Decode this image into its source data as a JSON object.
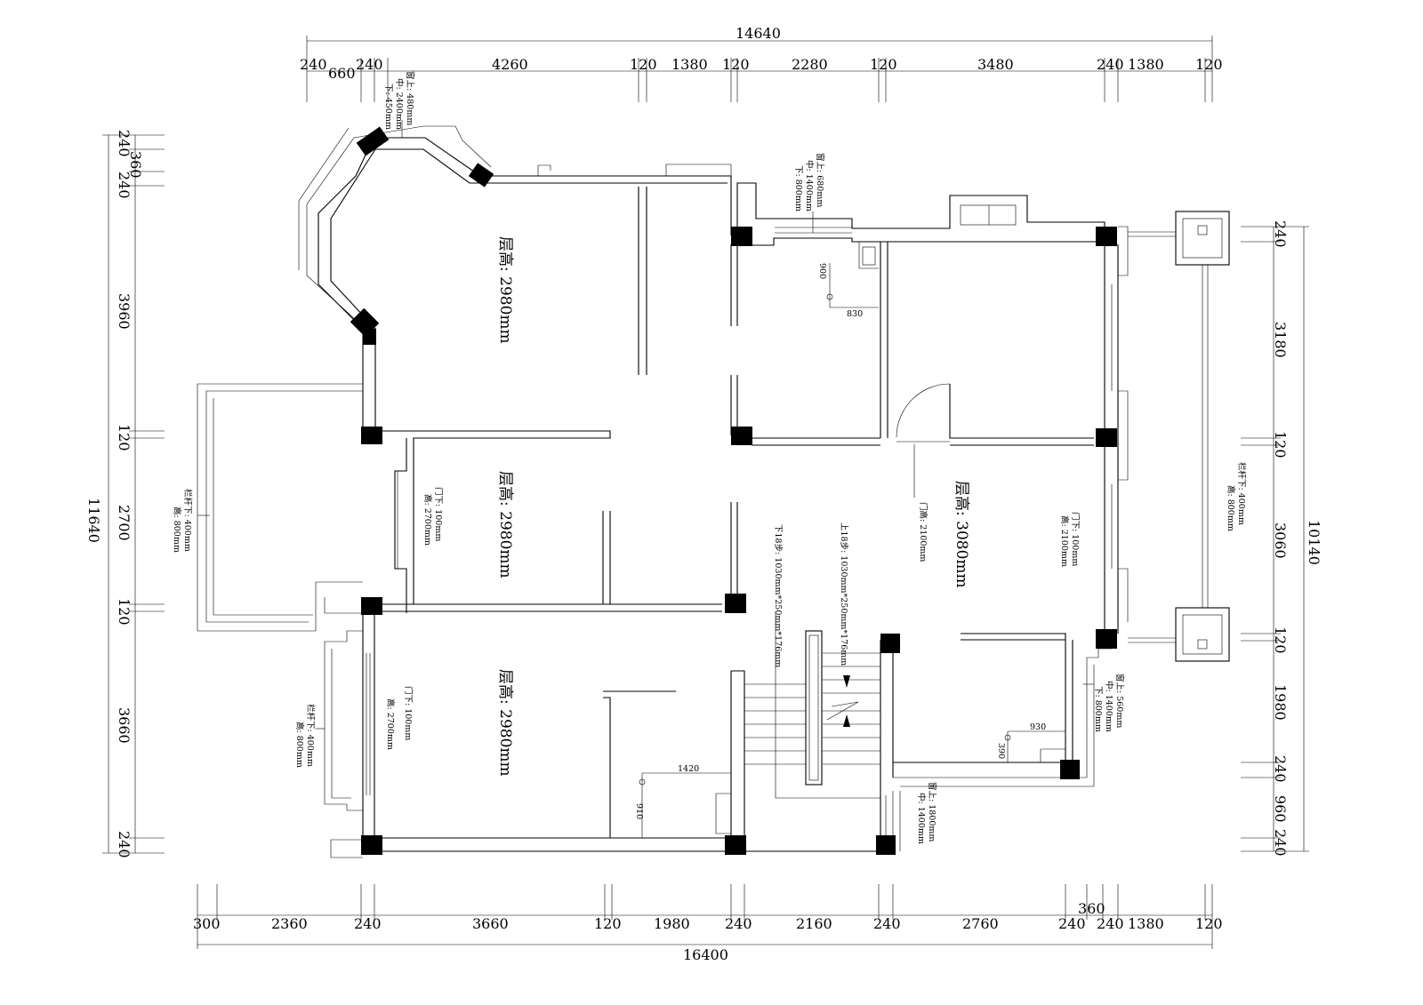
{
  "top_total": "14640",
  "top_dims": [
    "240",
    "660",
    "240",
    "4260",
    "120",
    "1380",
    "120",
    "2280",
    "120",
    "3480",
    "240",
    "1380",
    "120"
  ],
  "bottom_total": "16400",
  "bottom_dims": [
    "300",
    "2360",
    "240",
    "3660",
    "120",
    "1980",
    "240",
    "2160",
    "240",
    "2760",
    "360",
    "240",
    "240",
    "1380",
    "120"
  ],
  "left_total": "11640",
  "left_dims": [
    "240",
    "360",
    "240",
    "3960",
    "120",
    "2700",
    "120",
    "3660",
    "240"
  ],
  "right_total": "10140",
  "right_dims": [
    "240",
    "3180",
    "120",
    "3060",
    "120",
    "1980",
    "240",
    "960",
    "240"
  ],
  "rooms": [
    {
      "label": "层高: 2980mm"
    },
    {
      "label": "层高: 2980mm"
    },
    {
      "label": "层高: 2980mm"
    },
    {
      "label": "层高: 3080mm"
    }
  ],
  "notes": {
    "win_bay": [
      "窗上: 480mm",
      "中: 2400mm",
      "下: 450mm"
    ],
    "win_top": [
      "窗上: 680mm",
      "中: 1400mm",
      "下: 800mm"
    ],
    "win_right": [
      "窗上: 560mm",
      "中: 1400mm",
      "下: 800mm"
    ],
    "win_bottom": [
      "窗上: 1800mm",
      "中: 1400mm"
    ],
    "door_mid": [
      "门下: 100mm",
      "高: 2700mm"
    ],
    "door_low": [
      "门下: 100mm",
      "高: 2700mm"
    ],
    "door_right": [
      "门下: 100mm",
      "高: 2100mm"
    ],
    "door_inner": "门高: 2100mm",
    "rail_left": [
      "栏杆下: 400mm",
      "高: 800mm"
    ],
    "rail_low": [
      "栏杆下: 400mm",
      "高: 800mm"
    ],
    "rail_right": [
      "栏杆下: 400mm",
      "高: 800mm"
    ],
    "stair_down": "下18步: 1030mm*250mm*176mm",
    "stair_up": "上18步: 1030mm*250mm*176mm",
    "m900": "900",
    "m830": "830",
    "m1420": "1420",
    "m910": "910",
    "m930": "930",
    "m390": "390"
  }
}
